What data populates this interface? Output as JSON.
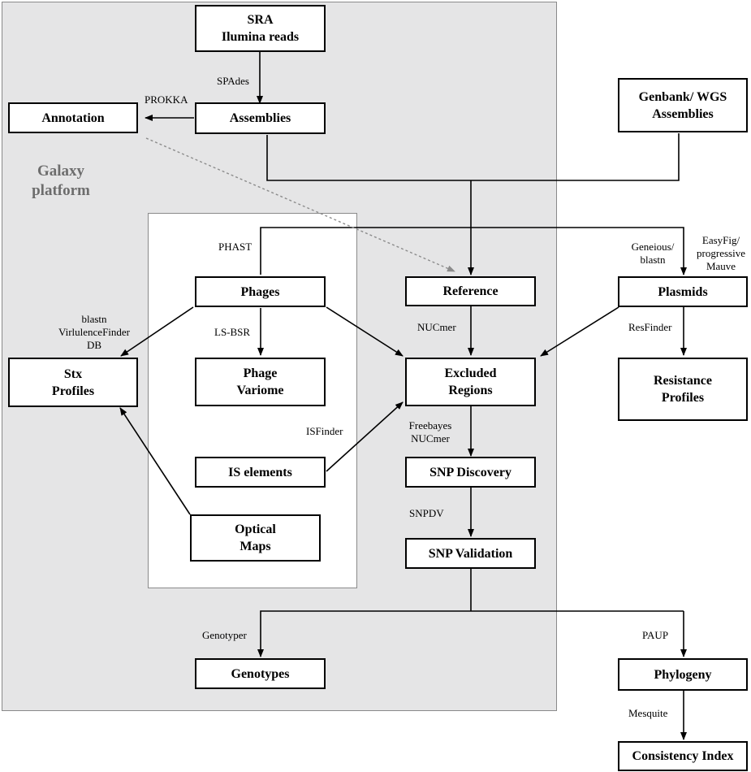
{
  "galaxy_label": "Galaxy\nplatform",
  "nodes": {
    "sra": "SRA\nIlumina reads",
    "annotation": "Annotation",
    "assemblies": "Assemblies",
    "genbank": "Genbank/ WGS\nAssemblies",
    "phages": "Phages",
    "reference": "Reference",
    "plasmids": "Plasmids",
    "stx": "Stx\nProfiles",
    "phage_variome": "Phage\nVariome",
    "excluded": "Excluded\nRegions",
    "resistance": "Resistance\nProfiles",
    "is_elements": "IS elements",
    "snp_discovery": "SNP  Discovery",
    "optical_maps": "Optical\nMaps",
    "snp_validation": "SNP Validation",
    "genotypes": "Genotypes",
    "phylogeny": "Phylogeny",
    "consistency": "Consistency Index"
  },
  "edge_labels": {
    "spades": "SPAdes",
    "prokka": "PROKKA",
    "phast": "PHAST",
    "blastn_vf": "blastn\nVirlulenceFinder\nDB",
    "lsbsr": "LS-BSR",
    "nucmer": "NUCmer",
    "geneious": "Geneious/\nblastn",
    "easyfig": "EasyFig/\nprogressive\nMauve",
    "resfinder": "ResFinder",
    "isfinder": "ISFinder",
    "freebayes": "Freebayes\nNUCmer",
    "snpdv": "SNPDV",
    "genotyper": "Genotyper",
    "paup": "PAUP",
    "mesquite": "Mesquite"
  }
}
